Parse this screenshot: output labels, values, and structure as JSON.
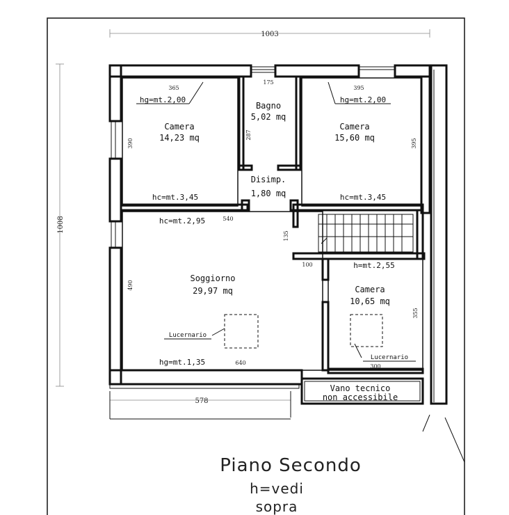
{
  "rooms": {
    "camera_left": {
      "name": "Camera",
      "area": "14,23 mq",
      "hg": "hg=mt.2,00",
      "hc": "hc=mt.3,45"
    },
    "bagno": {
      "name": "Bagno",
      "area": "5,02 mq"
    },
    "camera_right": {
      "name": "Camera",
      "area": "15,60 mq",
      "hg": "hg=mt.2,00",
      "hc": "hc=mt.3,45"
    },
    "disimpegno": {
      "name": "Disimp.",
      "area": "1,80 mq"
    },
    "soggiorno": {
      "name": "Soggiorno",
      "area": "29,97 mq",
      "hc": "hc=mt.2,95",
      "hg": "hg=mt.1,35",
      "skylight": "Lucernario"
    },
    "camera_small": {
      "name": "Camera",
      "area": "10,65 mq",
      "hg": "h=mt.2,55",
      "skylight": "Lucernario"
    },
    "vano_tecnico": {
      "line1": "Vano tecnico",
      "line2": "non accessibile"
    }
  },
  "dimensions": {
    "overall_width": "1003",
    "overall_height": "1008",
    "bottom_width": "578",
    "d365": "365",
    "d175": "175",
    "d395_top": "395",
    "d390": "390",
    "d287": "287",
    "d395_side": "395",
    "d540": "540",
    "d135": "135",
    "d100": "100",
    "d490": "490",
    "d355": "355",
    "d640": "640",
    "d300": "300"
  },
  "footer": {
    "title": "Piano Secondo",
    "line2": "h=vedi",
    "line3": "sopra"
  }
}
